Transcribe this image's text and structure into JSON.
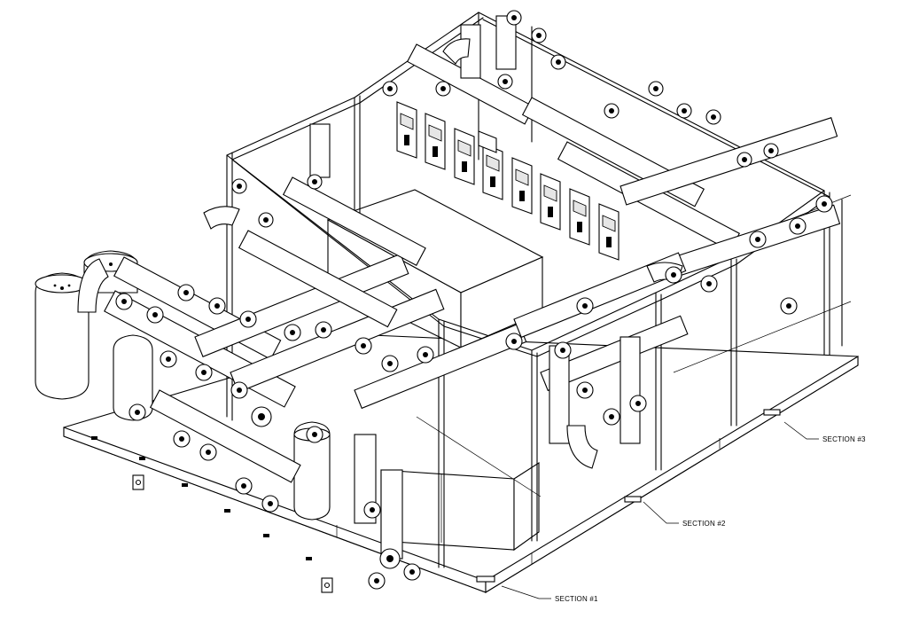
{
  "drawing": {
    "labels": [
      {
        "id": "section-1",
        "text": "SECTION #1"
      },
      {
        "id": "section-2",
        "text": "SECTION #2"
      },
      {
        "id": "section-3",
        "text": "SECTION #3"
      }
    ]
  }
}
